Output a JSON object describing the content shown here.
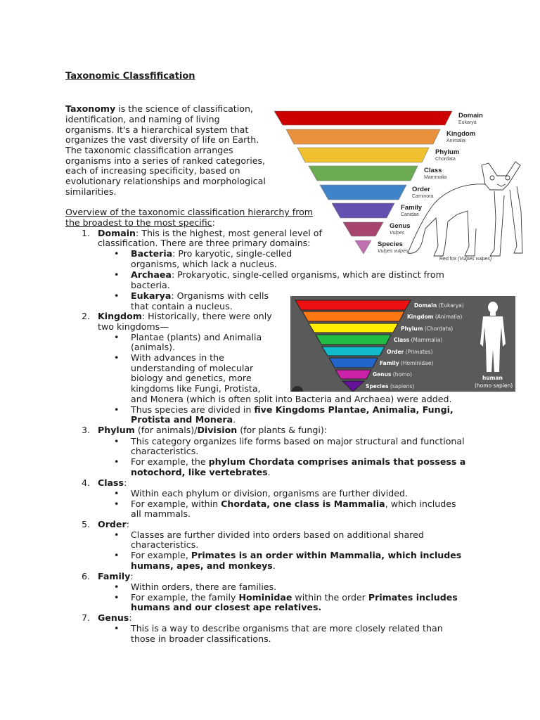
{
  "document": {
    "title": "Taxonomic Classfification",
    "intro": {
      "bold": "Taxonomy",
      "lines": [
        " is the science of classification,",
        "identification, and naming of living",
        "organisms. It's a hierarchical system that",
        "organizes the vast diversity of life on Earth.",
        "The taxonomic classification arranges",
        "organisms into a series of ranked categories,",
        "each of increasing specificity, based on",
        "evolutionary relationships and morphological",
        "similarities."
      ]
    },
    "overview": {
      "line1": "Overview of the taxonomic classification hierarchy from",
      "line2": "the broadest to the most specific",
      "colon": ":"
    },
    "items": [
      {
        "num": "1.",
        "label": "Domain",
        "lines": [
          ": This is the highest, most general level of",
          "classification. There are three primary domains:"
        ],
        "bullets": [
          {
            "bold": "Bacteria",
            "lines": [
              ": Pro  karyotic, single-celled",
              "organisms, which lack a nucleus."
            ]
          },
          {
            "bold": "Archaea",
            "lines": [
              ": Prokaryotic, single-celled organisms, which are distinct from",
              "bacteria."
            ]
          },
          {
            "bold": "Eukarya",
            "lines": [
              ": Organisms with cells",
              "that contain a nucleus."
            ]
          }
        ]
      },
      {
        "num": "2.",
        "label": "Kingdom",
        "lines": [
          ": Historically, there were only",
          "two kingdoms—"
        ],
        "bullets": [
          {
            "lines": [
              "Plantae (plants) and Animalia",
              "(animals)."
            ]
          },
          {
            "lines": [
              "With advances in the",
              "understanding of molecular",
              "biology and genetics, more",
              "kingdoms like Fungi, Protista,",
              "and Monera (which is often split into Bacteria and Archaea) were added."
            ]
          },
          {
            "pre": "Thus species are divided in ",
            "bold1": "five Kingdoms Plantae, Animalia, Fungi,",
            "bold2": "Protista and Monera",
            "post": "."
          }
        ]
      },
      {
        "num": "3.",
        "label": "Phylum",
        "mid": " (for animals)/",
        "label2": "Division",
        "post": " (for plants & fungi):",
        "bullets": [
          {
            "lines": [
              "This category organizes life forms based on major structural and functional",
              "characteristics."
            ]
          },
          {
            "pre": "For example, the ",
            "bold1": "phylum Chordata comprises animals that possess a",
            "bold2": "notochord, like vertebrates",
            "post": "."
          }
        ]
      },
      {
        "num": "4.",
        "label": "Class",
        "post": ":",
        "bullets": [
          {
            "lines": [
              "Within each phylum or division, organisms are further divided."
            ]
          },
          {
            "pre": "For example, within ",
            "bold1": "Chordata, one class is Mammalia",
            "post1": ", which includes",
            "line2": "all mammals."
          }
        ]
      },
      {
        "num": "5.",
        "label": "Order",
        "post": ":",
        "bullets": [
          {
            "lines": [
              "Classes are further divided into orders based on additional shared",
              "characteristics."
            ]
          },
          {
            "pre": "For example, ",
            "bold1": "Primates is an order within Mammalia, which includes",
            "bold2": "humans, apes, and monkeys",
            "post": "."
          }
        ]
      },
      {
        "num": "6.",
        "label": "Family",
        "post": ":",
        "bullets": [
          {
            "lines": [
              "Within orders, there are families."
            ]
          },
          {
            "pre": "For example, the family ",
            "bold1": "Hominidae",
            "mid": " within the order ",
            "bold2": "Primates includes",
            "bold3": "humans and our closest ape relatives."
          }
        ]
      },
      {
        "num": "7.",
        "label": "Genus",
        "post": ":",
        "bullets": [
          {
            "lines": [
              "This is a way to describe organisms that are more closely related than",
              "those in broader classifications."
            ]
          }
        ]
      }
    ],
    "bullet_char": "•"
  },
  "figure_fox": {
    "tiers": [
      {
        "rank": "Domain",
        "name": "Eukarya",
        "color": "#cc0000"
      },
      {
        "rank": "Kingdom",
        "name": "Animalia",
        "color": "#e8903c"
      },
      {
        "rank": "Phylum",
        "name": "Chordata",
        "color": "#f0c030"
      },
      {
        "rank": "Class",
        "name": "Mammalia",
        "color": "#6aaa50"
      },
      {
        "rank": "Order",
        "name": "Carnivora",
        "color": "#3f84c8"
      },
      {
        "rank": "Family",
        "name": "Canidae",
        "color": "#6450b0"
      },
      {
        "rank": "Genus",
        "name": "Vulpes",
        "color": "#a8456e"
      },
      {
        "rank": "Species",
        "name": "Vulpes vulpes",
        "color": "#c070b0"
      }
    ],
    "caption_pre": "Red fox ",
    "caption_italic": "(Vulpes vulpes)"
  },
  "figure_human": {
    "background": "#5a5a5a",
    "tiers": [
      {
        "rank": "Domain",
        "name": "(Eukarya)",
        "color": "#ee1111"
      },
      {
        "rank": "Kingdom",
        "name": "(Animalia)",
        "color": "#ff7711"
      },
      {
        "rank": "Phylum",
        "name": "(Chordata)",
        "color": "#ffee00"
      },
      {
        "rank": "Class",
        "name": "(Mammalia)",
        "color": "#22bb44"
      },
      {
        "rank": "Order",
        "name": "(Primates)",
        "color": "#11bbcc"
      },
      {
        "rank": "Family",
        "name": "(Hominidae)",
        "color": "#2266cc"
      },
      {
        "rank": "Genus",
        "name": "(homo)",
        "color": "#cc22aa"
      },
      {
        "rank": "Species",
        "name": "(sapiens)",
        "color": "#661199"
      }
    ],
    "human_label": "human",
    "human_sub": "(homo sapien)"
  }
}
